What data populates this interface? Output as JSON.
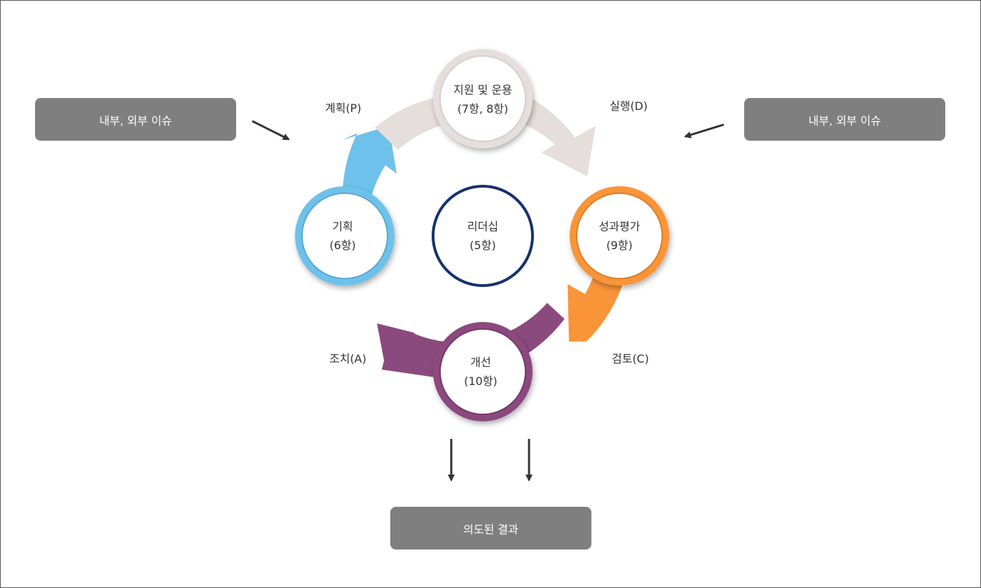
{
  "external_issues_left": "내부, 외부 이슈",
  "external_issues_right": "내부, 외부 이슈",
  "outcome": "의도된 결과",
  "center": {
    "title": "리더십",
    "clause": "(5항)"
  },
  "nodes": {
    "support": {
      "title": "지원 및 운용",
      "clause": "(7항, 8항)"
    },
    "planning": {
      "title": "기획",
      "clause": "(6항)"
    },
    "evaluation": {
      "title": "성과평가",
      "clause": "(9항)"
    },
    "improvement": {
      "title": "개선",
      "clause": "(10항)"
    }
  },
  "phases": {
    "plan": "계획(P)",
    "do": "실행(D)",
    "check": "검토(C)",
    "act": "조치(A)"
  },
  "colors": {
    "support": "#e6dedc",
    "planning": "#6ec1ea",
    "evaluation": "#f99438",
    "improvement": "#8b4a7d",
    "leadership_ring": "#17306e",
    "box": "#7f7f7f",
    "arrow": "#333333"
  }
}
